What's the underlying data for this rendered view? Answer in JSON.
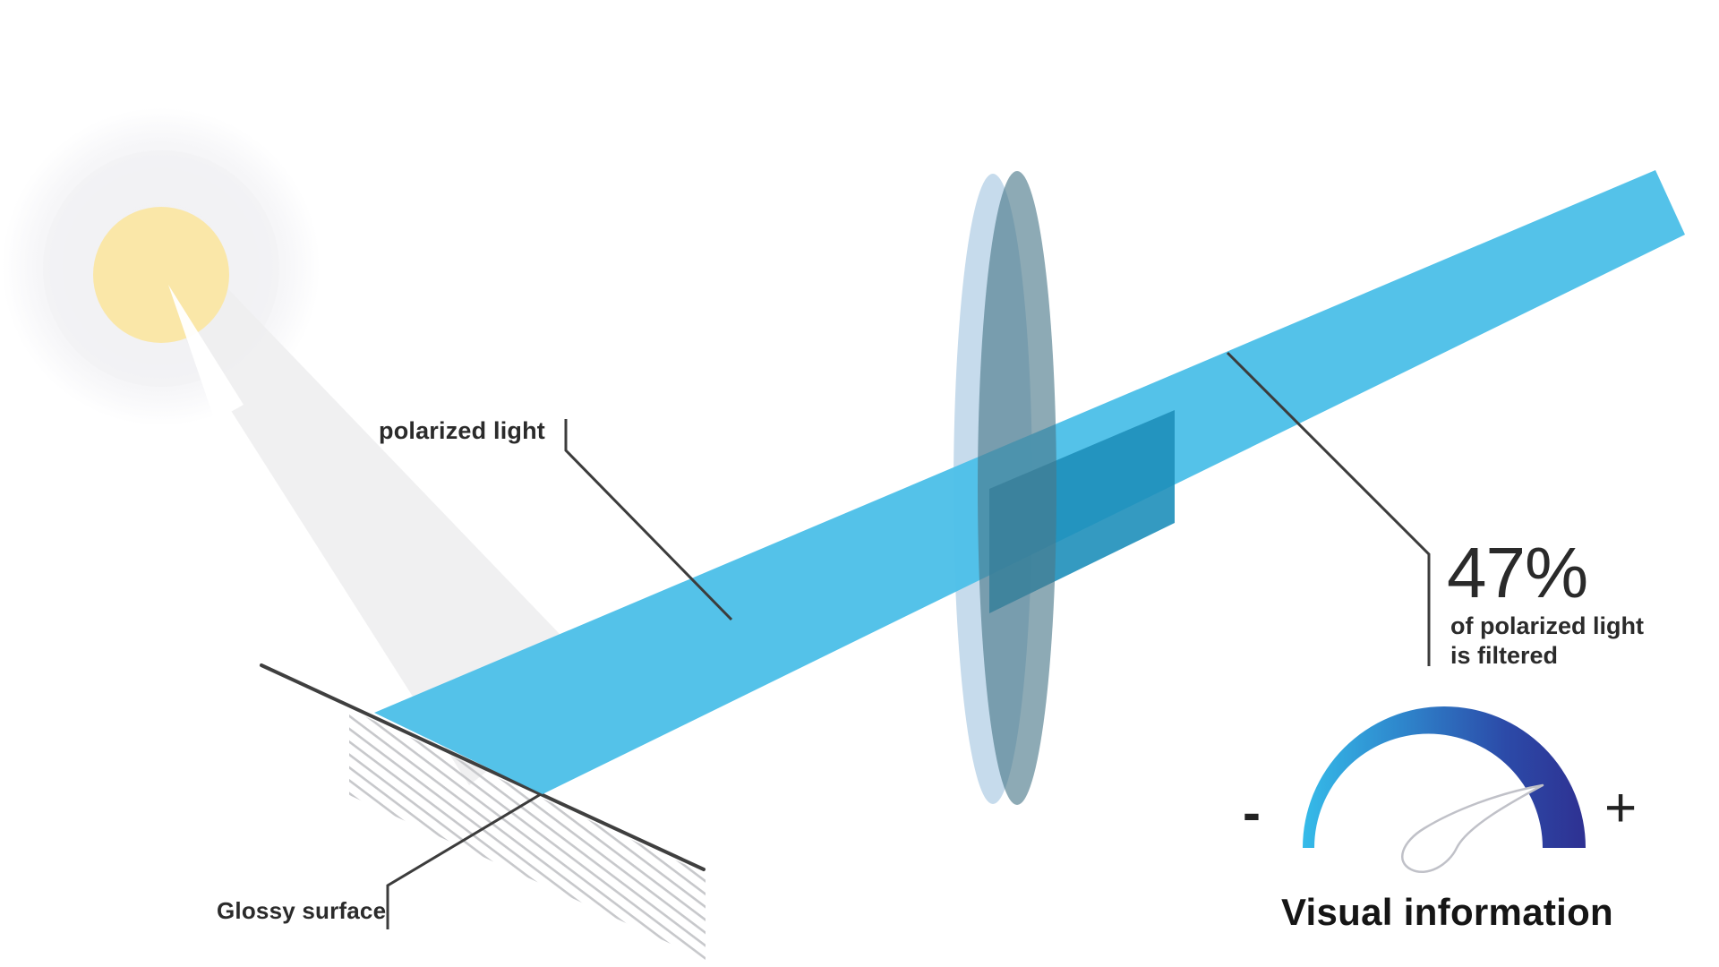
{
  "diagram": {
    "type": "infographic-diagram",
    "subject": "Polarized light from a glossy surface filtered by a polarizing lens",
    "labels": {
      "polarized_light": "polarized light",
      "glossy_surface": "Glossy surface"
    },
    "filter_stat": {
      "value": "47%",
      "caption_line1": "of polarized light",
      "caption_line2": "is filtered"
    },
    "gauge": {
      "minus_label": "-",
      "plus_label": "+",
      "title": "Visual information",
      "needle_position": "high / plus side"
    },
    "colors": {
      "beam": "#4DC0E8",
      "beam_filtered_segment": "#1E8FBA",
      "lens_face": "#7FA6B4",
      "lens_rim": "#C6DBEC",
      "sun_core": "#FAE7A8",
      "sun_halo": "#F3F3F5",
      "light_cone": "#EEEEF0",
      "hatch_lines": "#C7C8CB",
      "callout_line": "#3C3C3C",
      "gauge_gradient_start": "#35BBE9",
      "gauge_gradient_end": "#2E3192",
      "text": "#2B2B2B"
    },
    "icons": [
      {
        "name": "sun-icon",
        "meaning": "light source"
      },
      {
        "name": "light-cone",
        "meaning": "unpolarized light from sun to surface"
      },
      {
        "name": "light-beam",
        "meaning": "polarized light beam"
      },
      {
        "name": "polarizing-lens-icon",
        "meaning": "polarizing filter lens"
      },
      {
        "name": "glossy-surface-hatch",
        "meaning": "reflective glossy surface"
      },
      {
        "name": "gauge-meter-icon",
        "meaning": "visual information level meter"
      },
      {
        "name": "gauge-needle-icon",
        "meaning": "meter needle"
      }
    ]
  }
}
